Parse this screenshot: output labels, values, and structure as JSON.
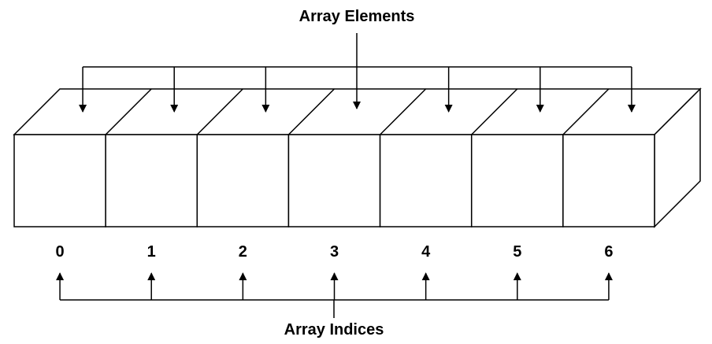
{
  "top_label": "Array Elements",
  "bottom_label": "Array Indices",
  "indices": [
    "0",
    "1",
    "2",
    "3",
    "4",
    "5",
    "6"
  ],
  "colors": {
    "stroke": "#000000",
    "fill": "#ffffff",
    "text": "#000000"
  }
}
